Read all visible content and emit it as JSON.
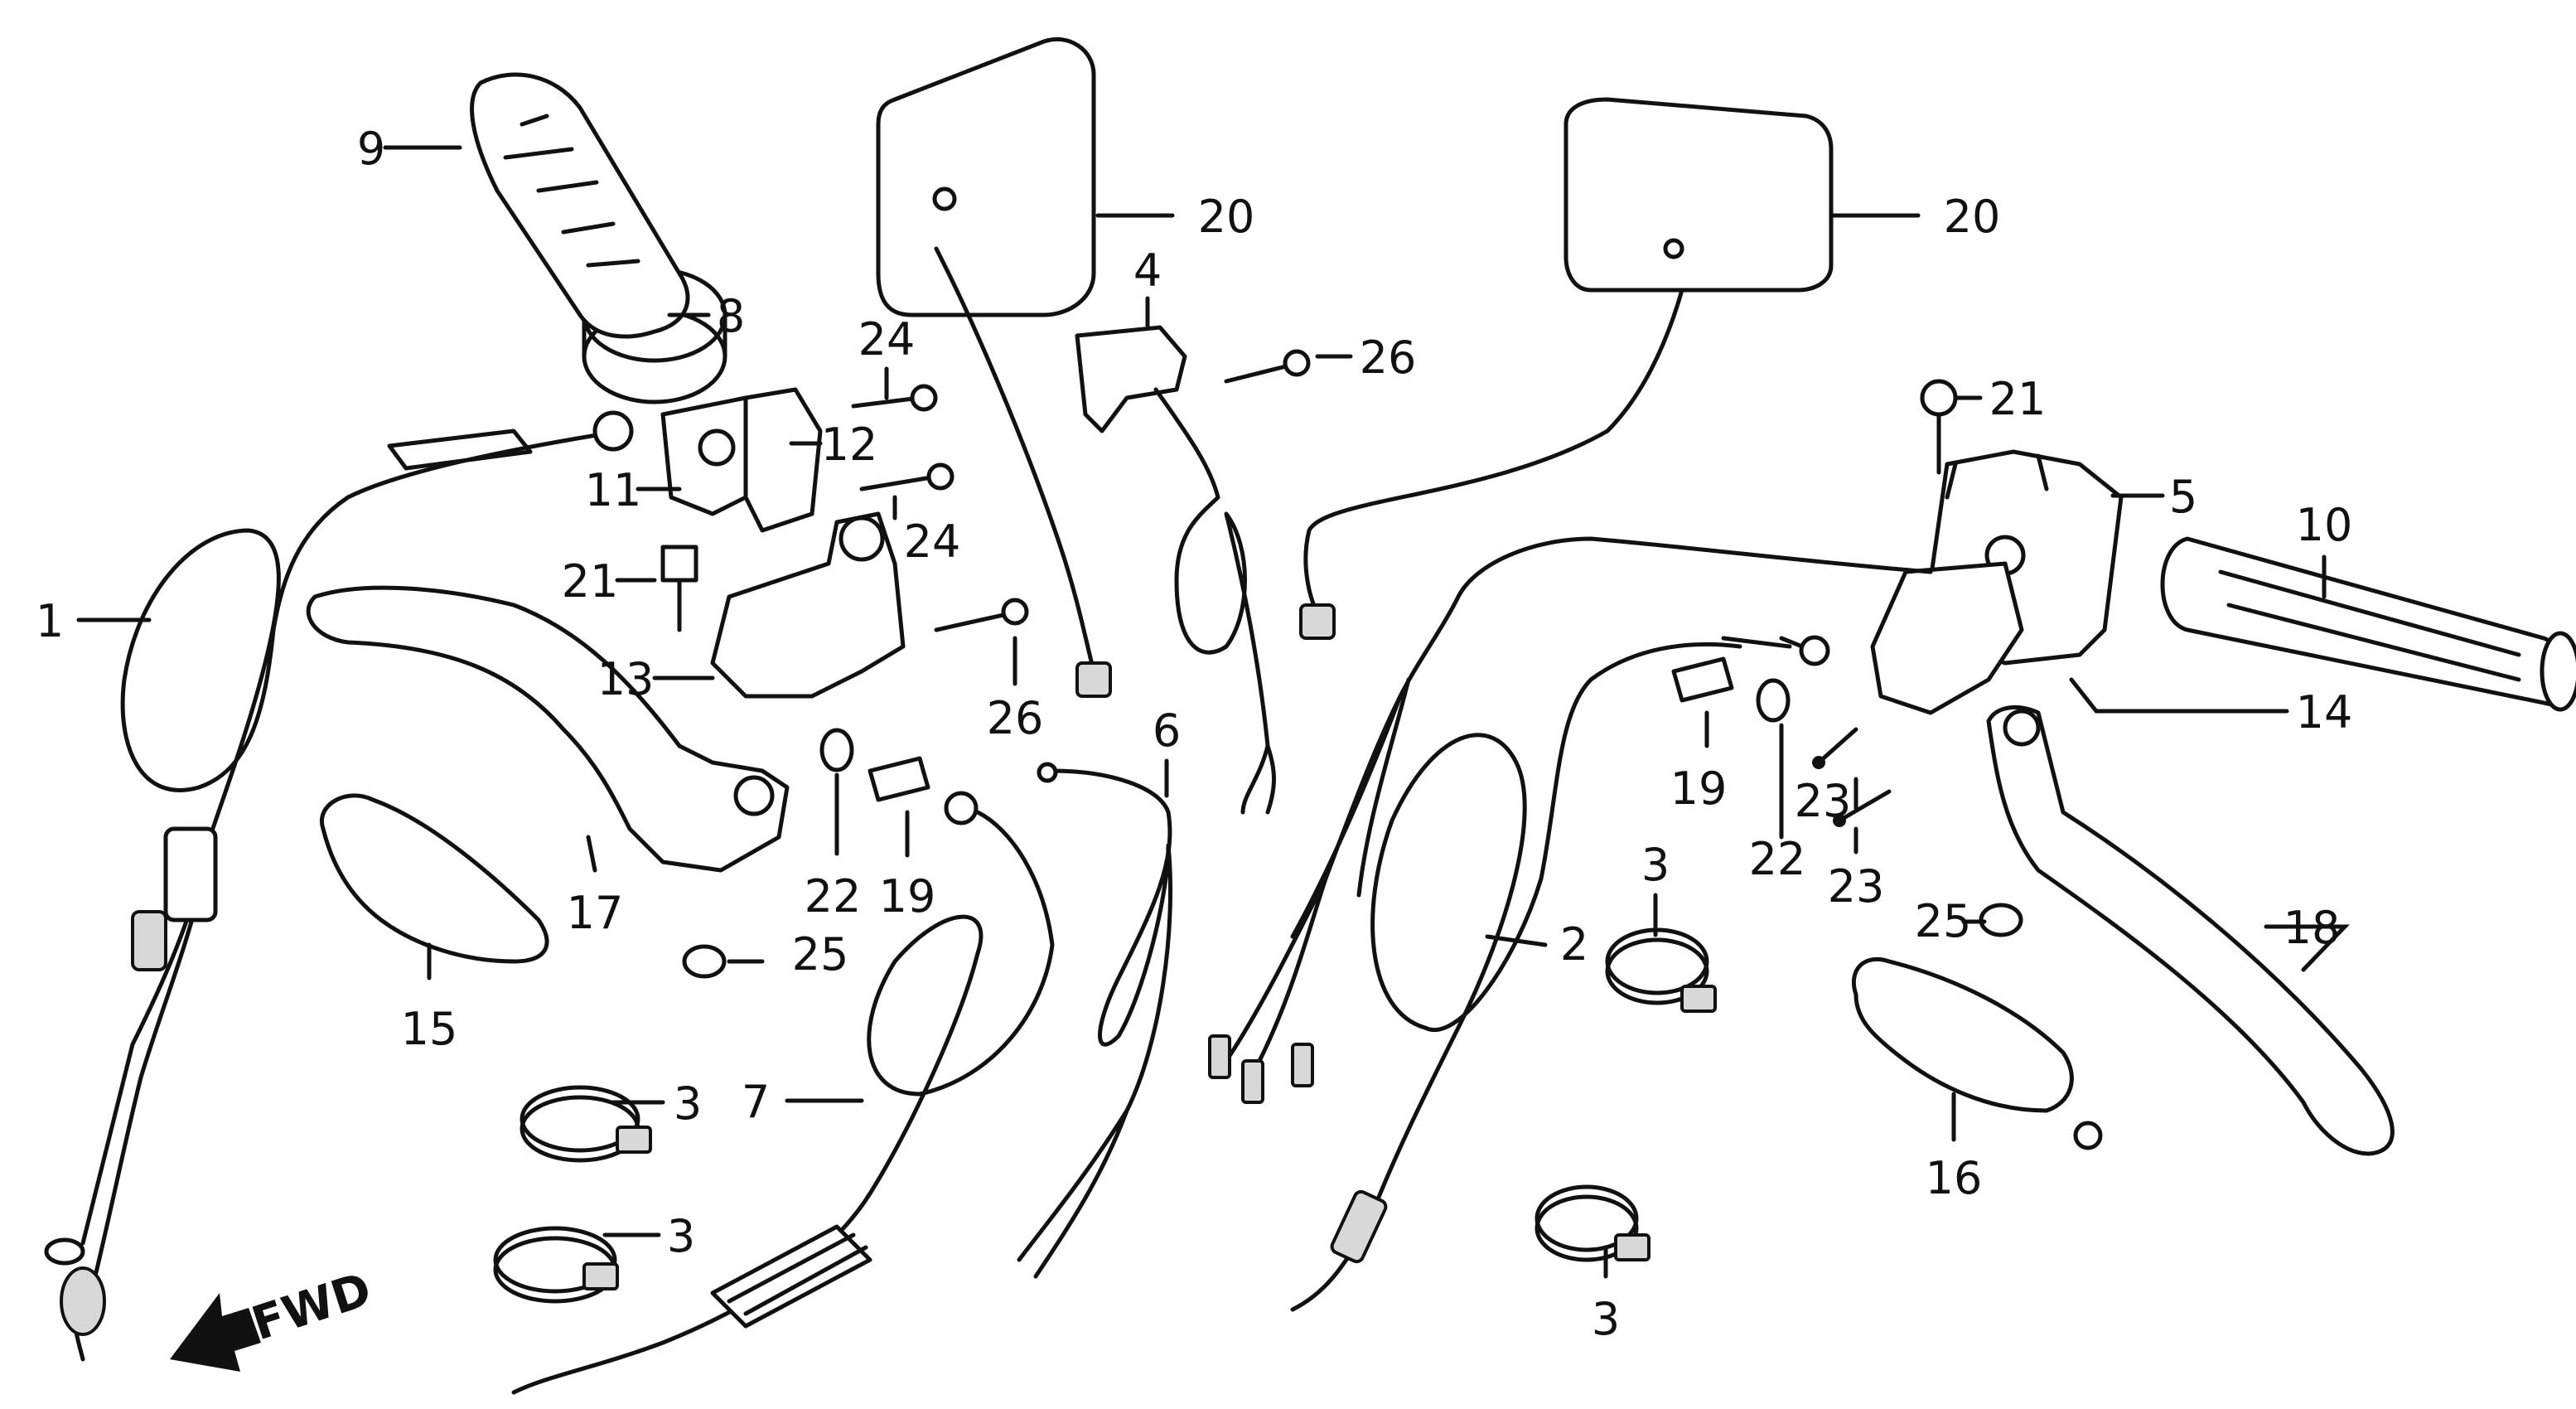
{
  "callouts": [
    {
      "id": "c1",
      "number": "1"
    },
    {
      "id": "c2",
      "number": "2"
    },
    {
      "id": "c3a",
      "number": "3"
    },
    {
      "id": "c3b",
      "number": "3"
    },
    {
      "id": "c3c",
      "number": "3"
    },
    {
      "id": "c3d",
      "number": "3"
    },
    {
      "id": "c4",
      "number": "4"
    },
    {
      "id": "c5",
      "number": "5"
    },
    {
      "id": "c7",
      "number": "7"
    },
    {
      "id": "c6",
      "number": "6"
    },
    {
      "id": "c8",
      "number": "8"
    },
    {
      "id": "c9",
      "number": "9"
    },
    {
      "id": "c10",
      "number": "10"
    },
    {
      "id": "c11",
      "number": "11"
    },
    {
      "id": "c12",
      "number": "12"
    },
    {
      "id": "c13",
      "number": "13"
    },
    {
      "id": "c14",
      "number": "14"
    },
    {
      "id": "c15",
      "number": "15"
    },
    {
      "id": "c16",
      "number": "16"
    },
    {
      "id": "c17",
      "number": "17"
    },
    {
      "id": "c18",
      "number": "18"
    },
    {
      "id": "c19a",
      "number": "19"
    },
    {
      "id": "c19b",
      "number": "19"
    },
    {
      "id": "c20a",
      "number": "20"
    },
    {
      "id": "c20b",
      "number": "20"
    },
    {
      "id": "c21a",
      "number": "21"
    },
    {
      "id": "c21b",
      "number": "21"
    },
    {
      "id": "c22a",
      "number": "22"
    },
    {
      "id": "c22b",
      "number": "22"
    },
    {
      "id": "c23a",
      "number": "23"
    },
    {
      "id": "c23b",
      "number": "23"
    },
    {
      "id": "c24a",
      "number": "24"
    },
    {
      "id": "c24b",
      "number": "24"
    },
    {
      "id": "c25a",
      "number": "25"
    },
    {
      "id": "c25b",
      "number": "25"
    },
    {
      "id": "c26a",
      "number": "26"
    },
    {
      "id": "c26b",
      "number": "26"
    }
  ],
  "direction_label": "FWD"
}
